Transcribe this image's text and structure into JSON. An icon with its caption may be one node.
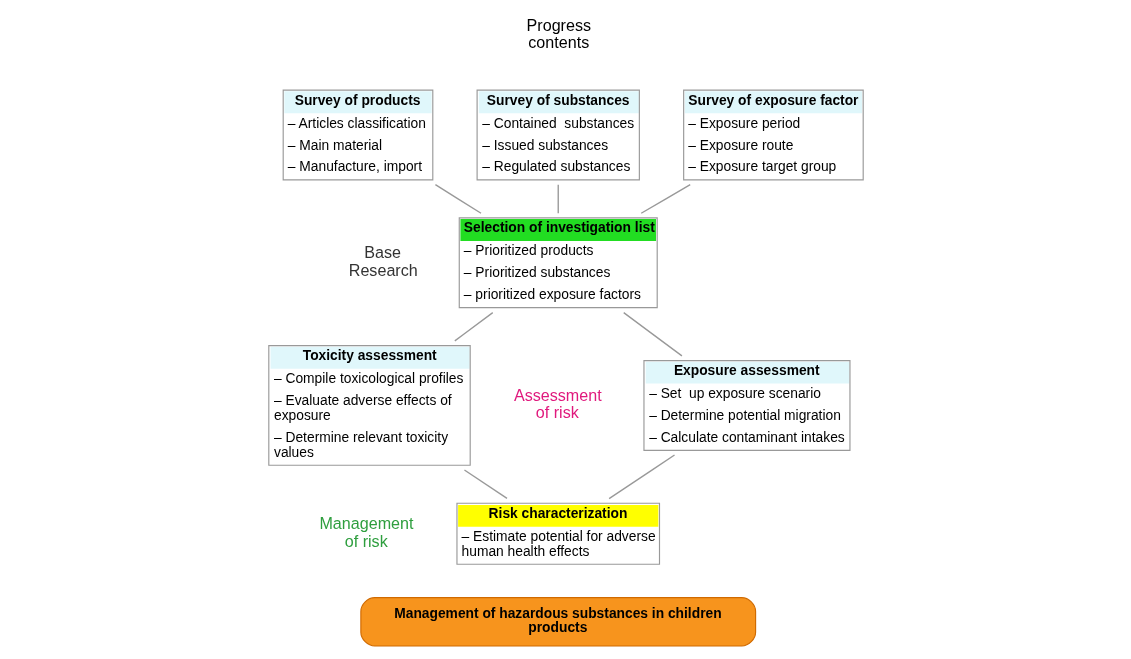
{
  "diagram": {
    "nodes": [
      {
        "text": [
          "Survey of products",
          "– Articles classification",
          "– Main material",
          "– Manufacture, import"
        ]
      },
      {
        "text": [
          "Survey of substances",
          "– Contained  substances",
          "– Issued substances",
          "– Regulated substances"
        ]
      },
      {
        "text": [
          "Survey of exposure factor",
          "– Exposure period",
          "– Exposure route",
          "– Exposure target group"
        ]
      },
      {
        "text": [
          "Selection of investigation list",
          "– Prioritized products",
          "– Prioritized substances",
          "– prioritized exposure factors"
        ]
      },
      {
        "text": [
          "Exposure assessment",
          "– Set  up exposure scenario",
          "– Determine potential migration",
          "– Calculate contaminant intakes"
        ]
      },
      {
        "text": [
          "Toxicity assessment",
          "– Compile toxicological profiles",
          "– Evaluate adverse effects of exposure",
          "– Determine relevant toxicity values"
        ]
      },
      {
        "text": [
          "Risk characterization",
          "– Estimate potential for adverse human health effects"
        ]
      },
      {
        "text": [
          "Management of hazardous substances in children products"
        ]
      }
    ],
    "edges": [
      {
        "from": 0,
        "to": 3,
        "arrow": "none"
      },
      {
        "from": 1,
        "to": 3,
        "arrow": "none"
      },
      {
        "from": 2,
        "to": 3,
        "arrow": "none"
      },
      {
        "from": 3,
        "to": 4,
        "arrow": "none"
      },
      {
        "from": 3,
        "to": 5,
        "arrow": "none"
      },
      {
        "from": 4,
        "to": 6,
        "arrow": "none"
      },
      {
        "from": 5,
        "to": 6,
        "arrow": "none"
      }
    ],
    "labels": [
      "Progress contents",
      "Base Research",
      "Assessment of risk",
      "Management of risk"
    ]
  }
}
